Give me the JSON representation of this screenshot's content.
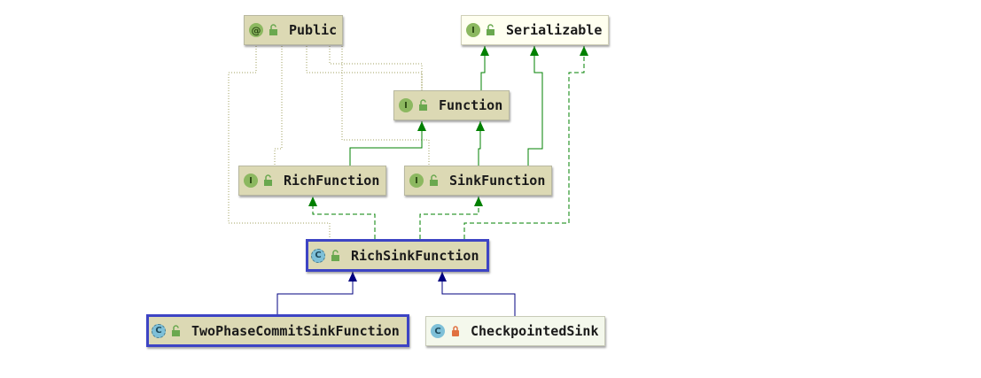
{
  "diagram": {
    "nodes": {
      "public": {
        "label": "Public",
        "kind_icon": "@",
        "kind": "annotation-icon",
        "visibility": "public-unlock-icon"
      },
      "serializable": {
        "label": "Serializable",
        "kind_icon": "I",
        "kind": "interface-icon",
        "visibility": "public-unlock-icon"
      },
      "function": {
        "label": "Function",
        "kind_icon": "I",
        "kind": "interface-icon",
        "visibility": "public-unlock-icon"
      },
      "rich_function": {
        "label": "RichFunction",
        "kind_icon": "I",
        "kind": "interface-icon",
        "visibility": "public-unlock-icon"
      },
      "sink_function": {
        "label": "SinkFunction",
        "kind_icon": "I",
        "kind": "interface-icon",
        "visibility": "public-unlock-icon"
      },
      "rich_sink_function": {
        "label": "RichSinkFunction",
        "kind_icon": "C",
        "kind": "abstract-class-icon",
        "visibility": "public-unlock-icon"
      },
      "two_phase_commit_sink_function": {
        "label": "TwoPhaseCommitSinkFunction",
        "kind_icon": "C",
        "kind": "abstract-class-icon",
        "visibility": "public-unlock-icon"
      },
      "checkpointed_sink": {
        "label": "CheckpointedSink",
        "kind_icon": "C",
        "kind": "class-icon",
        "visibility": "private-lock-icon"
      }
    },
    "colors": {
      "extends_interface": "#008000",
      "extends_class": "#000080",
      "annotation_link": "#a0a060",
      "selected_border": "#3d44c4",
      "interface_fill": "#dcd9b4"
    }
  }
}
